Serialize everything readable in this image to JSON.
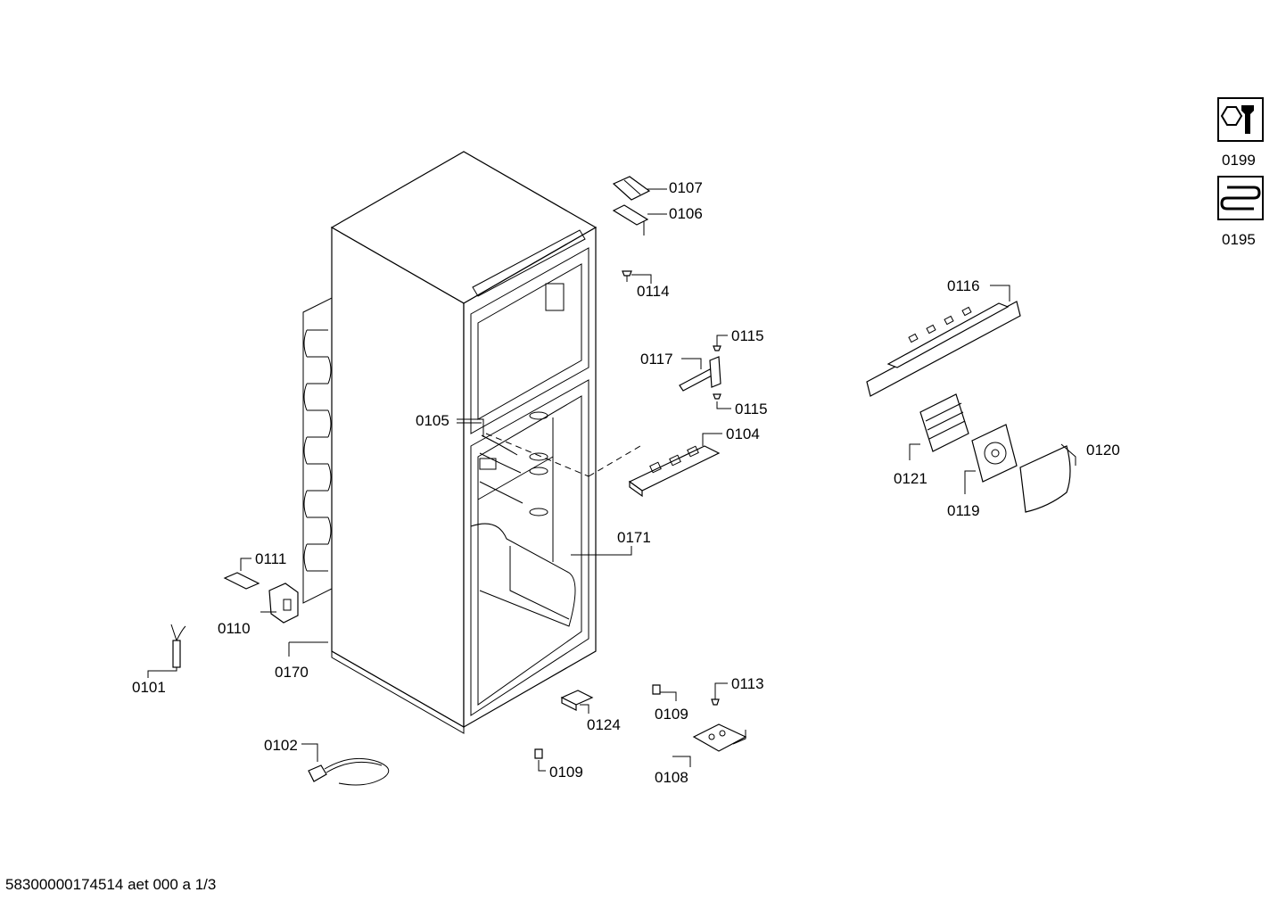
{
  "labels": {
    "p0101": "0101",
    "p0102": "0102",
    "p0104": "0104",
    "p0105": "0105",
    "p0106": "0106",
    "p0107": "0107",
    "p0108": "0108",
    "p0109a": "0109",
    "p0109b": "0109",
    "p0110": "0110",
    "p0111": "0111",
    "p0113": "0113",
    "p0114": "0114",
    "p0115a": "0115",
    "p0115b": "0115",
    "p0116": "0116",
    "p0117": "0117",
    "p0119": "0119",
    "p0120": "0120",
    "p0121": "0121",
    "p0124": "0124",
    "p0170": "0170",
    "p0171": "0171",
    "p0195": "0195",
    "p0199": "0199"
  },
  "footer": "58300000174514 aet 000 a 1/3",
  "icons": {
    "p0199": "wrench-nut-icon",
    "p0195": "refrigerant-coil-icon"
  }
}
